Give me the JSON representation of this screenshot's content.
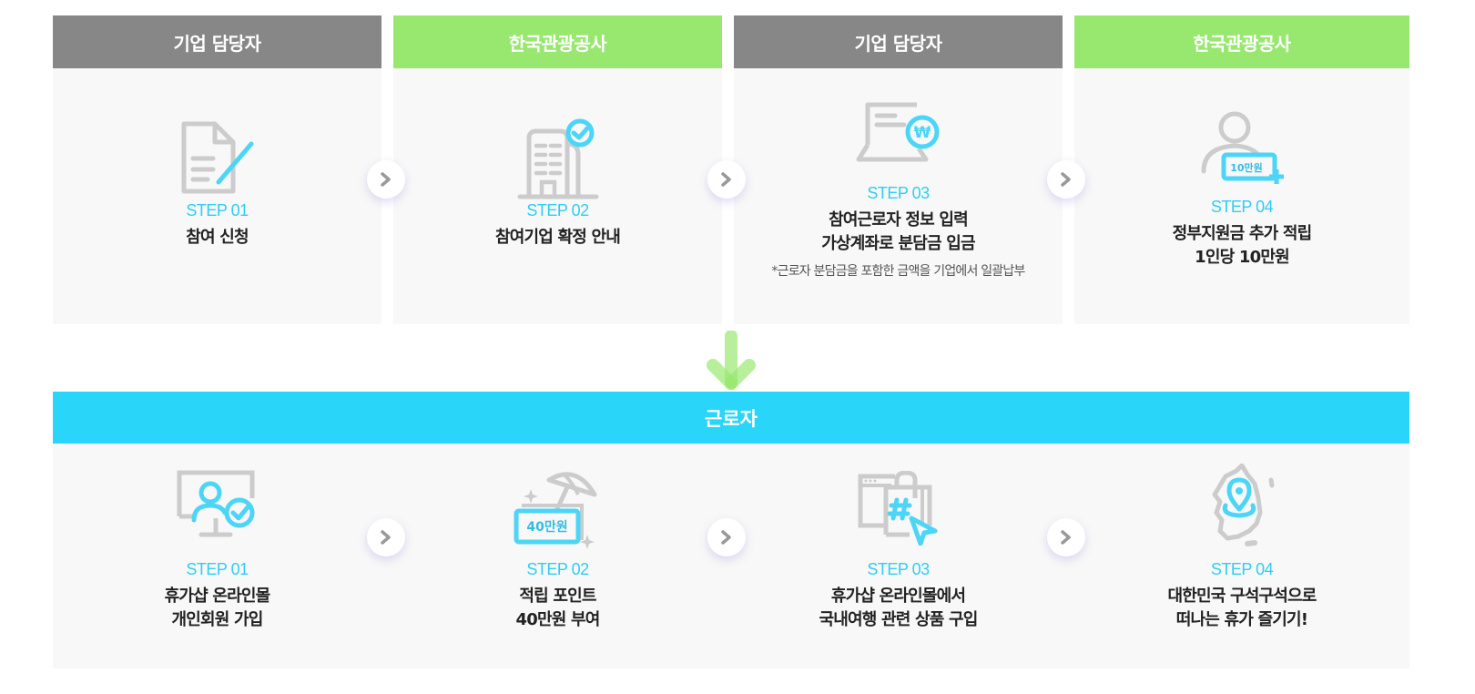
{
  "top_steps": [
    {
      "owner": "기업 담당자",
      "owner_color": "#878787",
      "step": "STEP 01",
      "title_lines": [
        "참여 신청"
      ],
      "note": "",
      "icon": "document-edit-icon"
    },
    {
      "owner": "한국관광공사",
      "owner_color": "#98e870",
      "step": "STEP 02",
      "title_lines": [
        "참여기업 확정 안내"
      ],
      "note": "",
      "icon": "building-check-icon"
    },
    {
      "owner": "기업 담당자",
      "owner_color": "#878787",
      "step": "STEP 03",
      "title_lines": [
        "참여근로자 정보 입력",
        "가상계좌로 분담금 입금"
      ],
      "note": "*근로자 분담금을 포함한 금액을 기업에서 일괄납부",
      "icon": "laptop-won-icon"
    },
    {
      "owner": "한국관광공사",
      "owner_color": "#98e870",
      "step": "STEP 04",
      "title_lines": [
        "정부지원금 추가 적립",
        "1인당 10만원"
      ],
      "note": "",
      "icon": "person-money-icon",
      "icon_badge": "10만원"
    }
  ],
  "worker_section": {
    "title": "근로자",
    "bar_color": "#29d5f9"
  },
  "bottom_steps": [
    {
      "step": "STEP 01",
      "title_lines": [
        "휴가샵 온라인몰",
        "개인회원 가입"
      ],
      "icon": "monitor-user-check-icon"
    },
    {
      "step": "STEP 02",
      "title_lines": [
        "적립 포인트",
        "40만원 부여"
      ],
      "icon": "umbrella-points-icon",
      "icon_badge": "40만원"
    },
    {
      "step": "STEP 03",
      "title_lines": [
        "휴가샵 온라인몰에서",
        "국내여행 관련 상품 구입"
      ],
      "icon": "shopping-bag-hashtag-icon"
    },
    {
      "step": "STEP 04",
      "title_lines": [
        "대한민국 구석구석으로",
        "떠나는 휴가 즐기기!"
      ],
      "icon": "korea-map-pin-icon"
    }
  ],
  "colors": {
    "accent_cyan": "#2fcdf3",
    "gray_header": "#878787",
    "green_header": "#98e870",
    "icon_gray": "#cccccc",
    "card_bg": "#f8f8f8"
  }
}
